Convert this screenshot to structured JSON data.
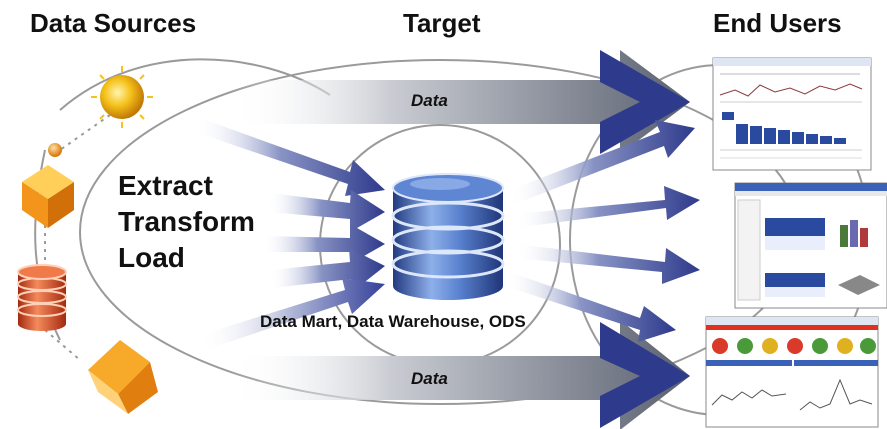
{
  "headers": {
    "data_sources": "Data Sources",
    "target": "Target",
    "end_users": "End Users"
  },
  "process": {
    "extract": "Extract",
    "transform": "Transform",
    "load": "Load"
  },
  "flows": {
    "top": "Data",
    "bottom": "Data"
  },
  "target_label": "Data Mart, Data Warehouse, ODS",
  "colors": {
    "arrow": "#2e3a8c",
    "database": "#3f63b3",
    "source_orange": "#f28c1e",
    "source_red": "#d9441c",
    "sun": "#f2b10c",
    "report_blue": "#2a4aa0",
    "dashboard_red": "#d93a2a"
  }
}
